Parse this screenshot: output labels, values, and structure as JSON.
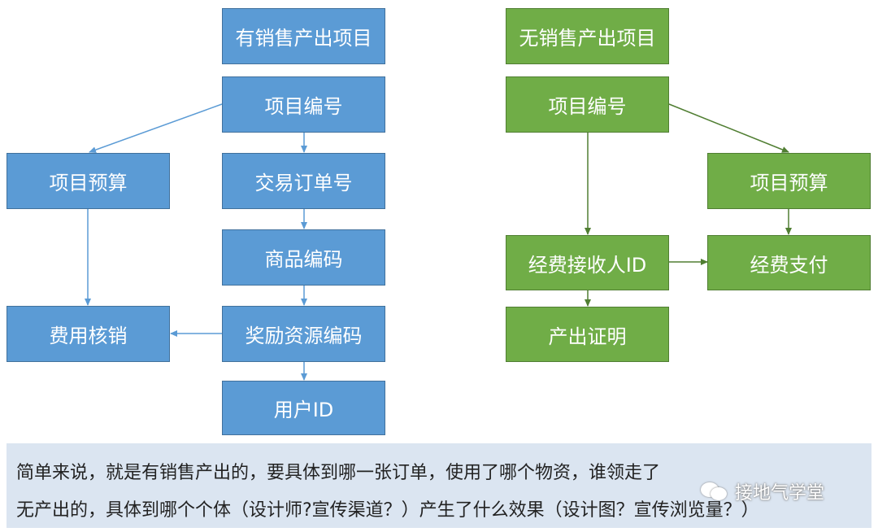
{
  "left_flow": {
    "title": "有销售产出项目",
    "project_id": "项目编号",
    "budget": "项目预算",
    "order_no": "交易订单号",
    "product_code": "商品编码",
    "expense": "费用核销",
    "reward_code": "奖励资源编码",
    "user_id": "用户ID"
  },
  "right_flow": {
    "title": "无销售产出项目",
    "project_id": "项目编号",
    "budget": "项目预算",
    "receiver_id": "经费接收人ID",
    "payment": "经费支付",
    "proof": "产出证明"
  },
  "note": {
    "line1": "简单来说，就是有销售产出的，要具体到哪一张订单，使用了哪个物资，谁领走了",
    "line2": "无产出的，具体到哪个个体（设计师?宣传渠道？）产生了什么效果（设计图？宣传浏览量？）"
  },
  "watermark": {
    "text": "接地气学堂"
  },
  "colors": {
    "blue_fill": "#5b9bd5",
    "blue_line": "#41719c",
    "green_fill": "#70ad47",
    "green_line": "#507e32",
    "note_bg": "#dbe5f1"
  }
}
